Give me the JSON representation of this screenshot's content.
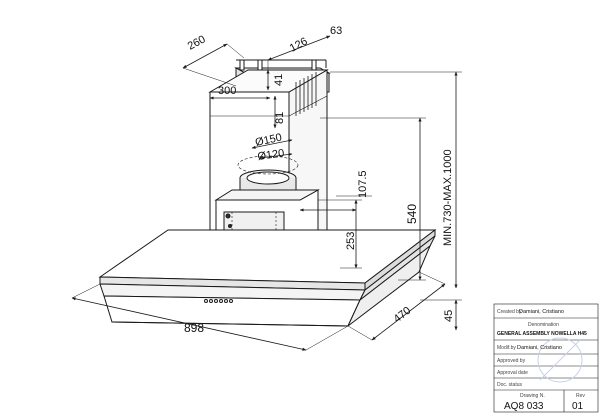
{
  "dimensions": {
    "chimney_depth": "260",
    "chimney_width": "300",
    "top_126": "126",
    "top_63": "63",
    "h_41": "41",
    "h_81": "81",
    "dia_150": "Ø150",
    "dia_120": "Ø120",
    "offset_107_5": "107.5",
    "h_253": "253",
    "h_540": "540",
    "total_height": "MIN.730-MAX.1000",
    "width_898": "898",
    "depth_470": "470",
    "thickness_45": "45"
  },
  "title_block": {
    "created_by_label": "Created by",
    "created_by_value": "Damiani, Cristiano",
    "denomination_label": "Denomination",
    "denomination_value": "GENERAL ASSEMBLY NOWELLA H45",
    "modif_by_label": "Modif.by",
    "modif_by_value": "Damiani, Cristiano",
    "approved_by_label": "Approved by",
    "approval_date_label": "Approval date",
    "doc_status_label": "Doc. status",
    "drawing_no_label": "Drawing N.",
    "drawing_no_value": "AQ8 033",
    "rev_label": "Rev",
    "rev_value": "01"
  },
  "colors": {
    "line": "#1a1a1a",
    "metal_shade": "#d9d9d9",
    "watermark": "#c8d4e6"
  }
}
